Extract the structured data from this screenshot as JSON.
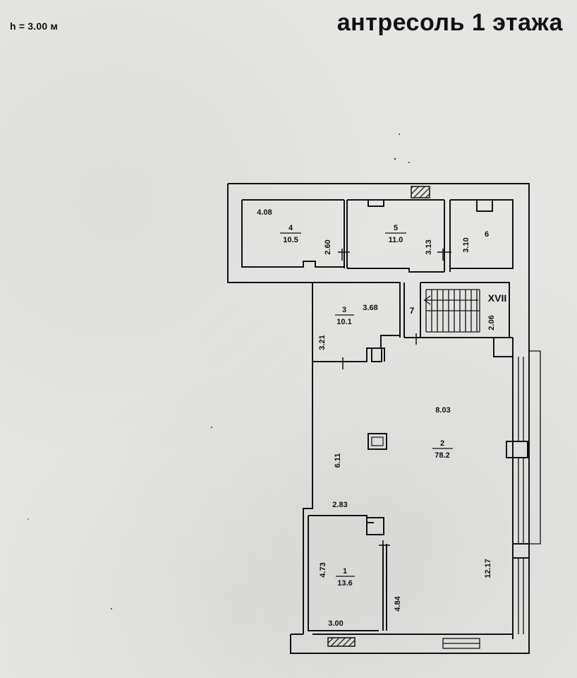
{
  "header": {
    "height": "h = 3.00 м",
    "title": "антресоль 1 этажа"
  },
  "rooms": [
    {
      "number": "1",
      "area": "13.6"
    },
    {
      "number": "2",
      "area": "78.2"
    },
    {
      "number": "3",
      "area": "10.1"
    },
    {
      "number": "4",
      "area": "10.5"
    },
    {
      "number": "5",
      "area": "11.0"
    },
    {
      "number": "6"
    },
    {
      "number": "7"
    }
  ],
  "stair_label": "XVII",
  "dimensions": {
    "room4_width": "4.08",
    "room4_depth": "2.60",
    "room5_depth": "3.13",
    "room6_depth": "3.10",
    "room3_width": "3.68",
    "room3_depth": "3.21",
    "stair_depth": "2.06",
    "room2_width": "8.03",
    "room2_depth": "6.11",
    "room2_length": "12.17",
    "room1_top_width": "2.83",
    "room1_depth": "4.73",
    "room1_partition": "4.84",
    "room1_bottom_width": "3.00"
  },
  "colors": {
    "ink": "#111111",
    "paper": "#e5e5e3",
    "hatch": "#1a1a1a"
  }
}
